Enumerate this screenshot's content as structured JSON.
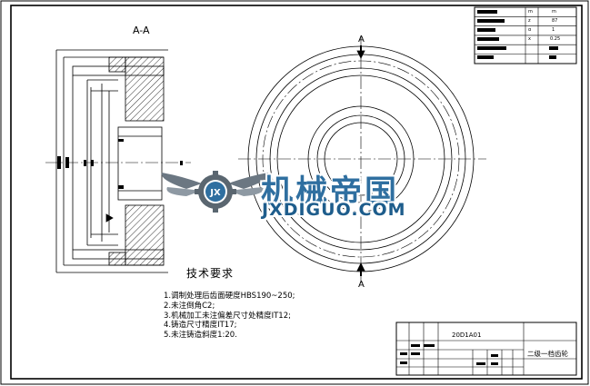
{
  "drawing": {
    "section_label": "A-A",
    "cut_label_top": "A",
    "cut_label_bottom": "A"
  },
  "technical_requirements": {
    "title": "技术要求",
    "items": [
      "1.调制处理后齿面硬度HBS190~250;",
      "2.未注倒角C2;",
      "3.机械加工未注偏差尺寸处精度IT12;",
      "4.铸造尺寸精度IT17;",
      "5.未注铸造斜度1:20."
    ]
  },
  "title_block": {
    "drawing_number": "20D1A01",
    "part_name": "二级一档齿轮"
  },
  "parameter_table": {
    "values": [
      "m",
      "z",
      "α",
      "x",
      "",
      ""
    ],
    "readable": [
      "m",
      "87",
      "1",
      "0.25"
    ]
  },
  "watermark": {
    "name_cn": "机械帝国",
    "name_en": "JXDIGUO.COM",
    "emblem_letters": "JX"
  },
  "colors": {
    "line": "#000000",
    "hatch": "#000000",
    "logo_blue": "#2f6fa0",
    "logo_gray": "#6b7782"
  }
}
